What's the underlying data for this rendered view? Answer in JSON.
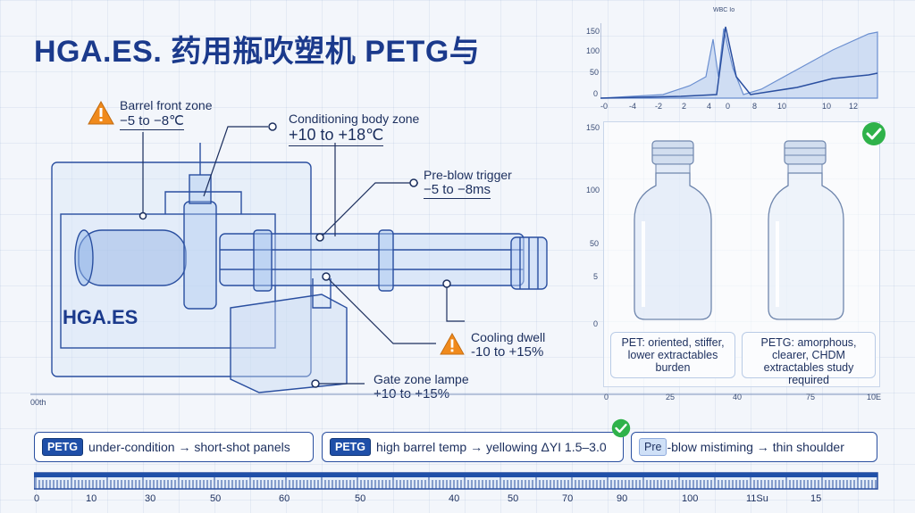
{
  "title": "HGA.ES. 药用瓶吹塑机 PETG与",
  "brand": "HGA.ES",
  "callouts": {
    "barrel_front": {
      "label": "Barrel front zone",
      "value": "−5 to −8℃"
    },
    "conditioning": {
      "label": "Conditioning body zone",
      "value": "+10 to +18℃"
    },
    "preblow": {
      "label": "Pre-blow trigger",
      "value": "−5 to −8ms"
    },
    "cooling": {
      "label": "Cooling dwell",
      "value": "-10 to +15%"
    },
    "gate": {
      "label": "Gate zone lampe",
      "value": "+10 to +15%"
    }
  },
  "icons": {
    "warning": "warning-icon",
    "check": "check-icon"
  },
  "colors": {
    "accent": "#1b3a8c",
    "warning": "#f08a1c",
    "check": "#2fb24a"
  },
  "top_chart": {
    "title": "WBC Io",
    "y_ticks": [
      "150",
      "100",
      "50",
      "0"
    ],
    "x_ticks": [
      "-0",
      "-4",
      "-2",
      "2",
      "4",
      "0",
      "8",
      "10",
      "10",
      "12"
    ]
  },
  "bottle_panel": {
    "y_ticks": [
      "150",
      "100",
      "50",
      "5",
      "0"
    ],
    "x_ticks": [
      "0",
      "25",
      "40",
      "75",
      "10E"
    ],
    "pet_caption": "PET: oriented, stiffer, lower extractables burden",
    "petg_caption": "PETG: amorphous, clearer, CHDM extractables study required"
  },
  "mid_axis_left": "00th",
  "pills": [
    {
      "tag": "PETG",
      "text": "under-condition → short-shot panels"
    },
    {
      "tag": "PETG",
      "text": "high barrel temp → yellowing ΔYI 1.5–3.0"
    },
    {
      "tag": "Pre",
      "text": "-blow mistiming → thin shoulder"
    }
  ],
  "ruler_labels": [
    "0",
    "10",
    "30",
    "50",
    "60",
    "50",
    "40",
    "50",
    "70",
    "90",
    "100",
    "11Su",
    "15"
  ]
}
